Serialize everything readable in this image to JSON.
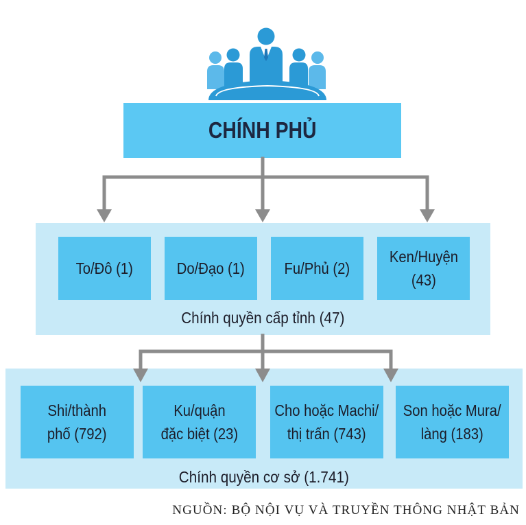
{
  "icons": {
    "meeting": "meeting-people-icon"
  },
  "government": {
    "label": "CHÍNH PHỦ"
  },
  "prefectural": {
    "label": "Chính quyền cấp tỉnh (47)",
    "units": [
      {
        "lines": [
          "To/Đô (1)"
        ]
      },
      {
        "lines": [
          "Do/Đạo (1)"
        ]
      },
      {
        "lines": [
          "Fu/Phủ (2)"
        ]
      },
      {
        "lines": [
          "Ken/Huyện",
          "(43)"
        ]
      }
    ]
  },
  "municipal": {
    "label": "Chính quyền cơ sở (1.741)",
    "units": [
      {
        "lines": [
          "Shi/thành",
          "phố (792)"
        ]
      },
      {
        "lines": [
          "Ku/quận",
          "đặc biệt (23)"
        ]
      },
      {
        "lines": [
          "Cho hoặc Machi/",
          "thị trấn (743)"
        ]
      },
      {
        "lines": [
          "Son hoặc Mura/",
          "làng (183)"
        ]
      }
    ]
  },
  "source": "NGUỒN: BỘ NỘI VỤ VÀ TRUYỀN THÔNG NHẬT BẢN",
  "colors": {
    "gov": "#5bc8f3",
    "panel": "#c8eaf8",
    "unit": "#55c4f0",
    "arrow": "#8c8c8c",
    "icon": "#2b9ad6",
    "icon-light": "#5cb9ea",
    "text": "#1c1c28",
    "gov-text": "#1d2740"
  }
}
